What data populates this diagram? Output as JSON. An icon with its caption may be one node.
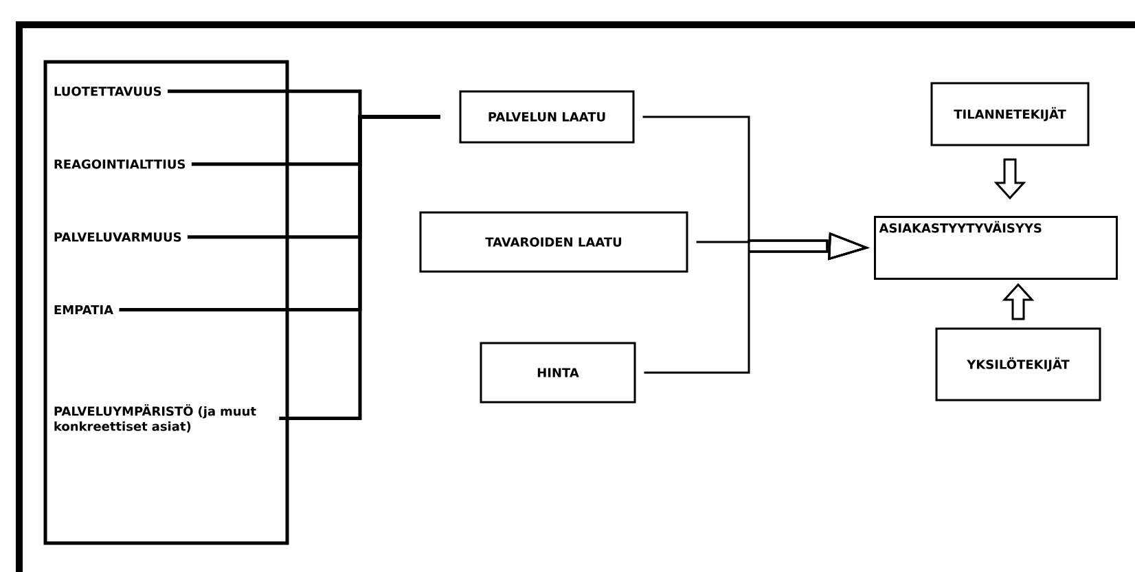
{
  "diagram": {
    "nodes": [
      {
        "text": [],
        "shape": "box"
      },
      {
        "text": [
          "LUOTETTAVUUS"
        ],
        "in": 0
      },
      {
        "text": [
          "REAGOINTIALTTIUS"
        ],
        "in": 0
      },
      {
        "text": [
          "PALVELUVARMUUS"
        ],
        "in": 0
      },
      {
        "text": [
          "EMPATIA"
        ],
        "in": 0
      },
      {
        "text": [
          "PALVELUYMPÄRISTÖ (ja muut konkreettiset asiat)"
        ],
        "in": 0
      },
      {
        "text": [
          "PALVELUN LAATU"
        ]
      },
      {
        "text": [
          "TAVAROIDEN LAATU"
        ]
      },
      {
        "text": [
          "HINTA"
        ]
      },
      {
        "text": [
          "ASIAKASTYYTYVÄISYYS"
        ]
      },
      {
        "text": [
          "TILANNETEKIJÄT"
        ]
      },
      {
        "text": [
          "YKSILÖTEKIJÄT"
        ]
      }
    ],
    "edges": [
      {
        "from": 1,
        "to": 6,
        "arrow": "none"
      },
      {
        "from": 2,
        "to": 6,
        "arrow": "none"
      },
      {
        "from": 3,
        "to": 6,
        "arrow": "none"
      },
      {
        "from": 4,
        "to": 6,
        "arrow": "none"
      },
      {
        "from": 5,
        "to": 6,
        "arrow": "none"
      },
      {
        "from": 6,
        "to": 9,
        "arrow": "to"
      },
      {
        "from": 7,
        "to": 9,
        "arrow": "to"
      },
      {
        "from": 8,
        "to": 9,
        "arrow": "to"
      },
      {
        "from": 10,
        "to": 9,
        "arrow": "to"
      },
      {
        "from": 11,
        "to": 9,
        "arrow": "to"
      }
    ]
  }
}
